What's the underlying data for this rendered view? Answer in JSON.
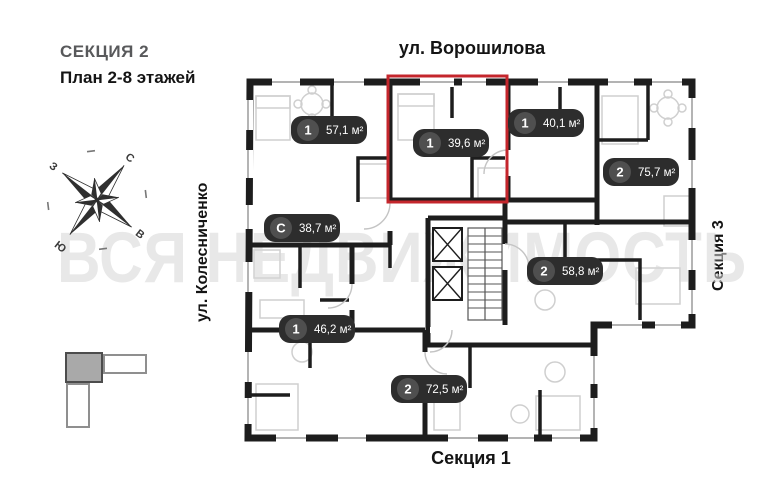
{
  "header": {
    "section_title": "СЕКЦИЯ 2",
    "plan_subtitle": "План 2-8 этажей",
    "street_top": "ул. Ворошилова",
    "street_left": "ул. Колесниченко",
    "section_right": "Секция 3",
    "section_bottom": "Секция 1"
  },
  "watermark": "ВСЯ НЕДВИЖИМОСТЬ",
  "compass": {
    "north": "С",
    "east": "В",
    "south": "Ю",
    "west": "З"
  },
  "apartments": [
    {
      "number": "1",
      "area": "57,1 м²",
      "highlighted": false
    },
    {
      "number": "1",
      "area": "39,6 м²",
      "highlighted": true
    },
    {
      "number": "1",
      "area": "40,1 м²",
      "highlighted": false
    },
    {
      "number": "2",
      "area": "75,7 м²",
      "highlighted": false
    },
    {
      "number": "С",
      "area": "38,7 м²",
      "highlighted": false
    },
    {
      "number": "2",
      "area": "58,8 м²",
      "highlighted": false
    },
    {
      "number": "1",
      "area": "46,2 м²",
      "highlighted": false
    },
    {
      "number": "2",
      "area": "72,5 м²",
      "highlighted": false
    }
  ],
  "colors": {
    "badge_bg": "#2d2d2d",
    "badge_circle": "#4f4f4f",
    "highlight": "#c4262c",
    "wall": "#1d1d1d",
    "furniture": "#cfcfcf",
    "watermark": "#d6d6d6"
  }
}
